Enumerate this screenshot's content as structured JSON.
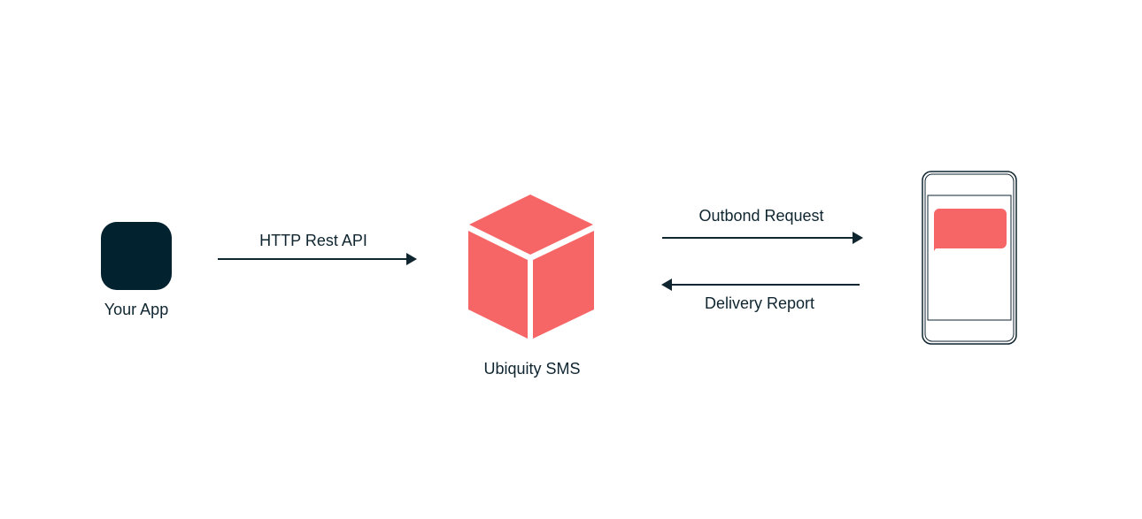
{
  "nodes": {
    "app_label": "Your App",
    "sms_label": "Ubiquity SMS"
  },
  "edges": {
    "http_label": "HTTP Rest API",
    "outbound_label": "Outbond Request",
    "delivery_label": "Delivery Report"
  },
  "colors": {
    "dark": "#0f2530",
    "accent": "#f76667",
    "background": "#ffffff"
  },
  "icons": {
    "app": "app-tile-icon",
    "server": "cube-icon",
    "phone": "smartphone-icon"
  }
}
